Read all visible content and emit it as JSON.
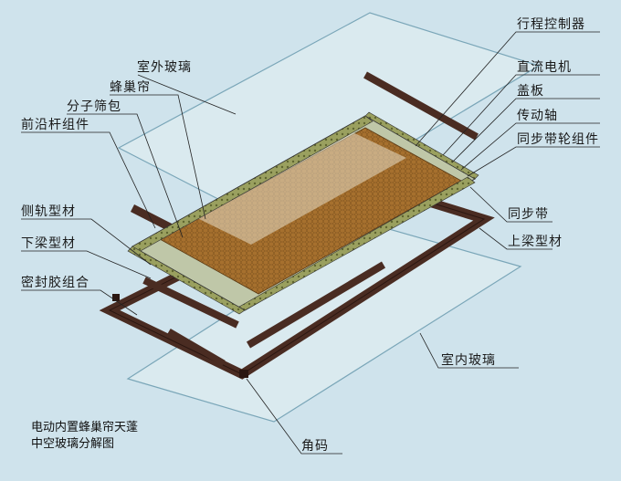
{
  "caption": {
    "line1": "电动内置蜂巢帘天蓬",
    "line2": "中空玻璃分解图"
  },
  "labels": {
    "outdoor_glass": "室外玻璃",
    "honeycomb_blind": "蜂巢帘",
    "molecular_sieve": "分子筛包",
    "front_rail": "前沿杆组件",
    "side_rail": "侧轨型材",
    "lower_beam": "下梁型材",
    "sealant": "密封胶组合",
    "limit_controller": "行程控制器",
    "dc_motor": "直流电机",
    "cover_plate": "盖板",
    "drive_shaft": "传动轴",
    "pulley_assembly": "同步带轮组件",
    "timing_belt": "同步带",
    "upper_beam": "上梁型材",
    "indoor_glass": "室内玻璃",
    "corner_key": "角码"
  },
  "colors": {
    "background": "#cfe3ec",
    "glass": "#dcebf0",
    "glass_edge": "#7aa6b8",
    "frame": "#4a2c22",
    "honeycomb": "#a6702e",
    "rail": "#8a8f55"
  }
}
